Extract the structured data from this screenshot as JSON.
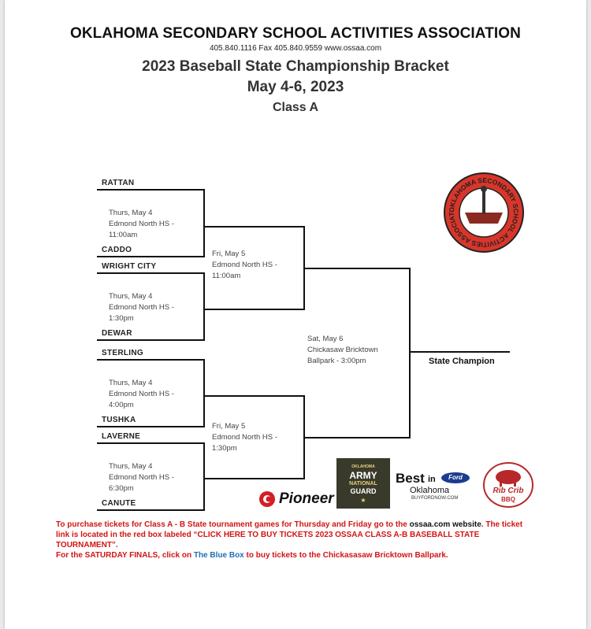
{
  "header": {
    "org": "OKLAHOMA SECONDARY SCHOOL ACTIVITIES ASSOCIATION",
    "contact": "405.840.1116   Fax 405.840.9559  www.ossaa.com",
    "title": "2023  Baseball State Championship Bracket",
    "dates": "May 4-6, 2023",
    "class": "Class A"
  },
  "round1": [
    {
      "top": "RATTAN",
      "bottom": "CADDO",
      "day": "Thurs, May 4",
      "site": "Edmond North HS -",
      "time": "11:00am"
    },
    {
      "top": "WRIGHT CITY",
      "bottom": "DEWAR",
      "day": "Thurs, May 4",
      "site": "Edmond North HS -",
      "time": "1:30pm"
    },
    {
      "top": "STERLING",
      "bottom": "TUSHKA",
      "day": "Thurs, May 4",
      "site": "Edmond North HS -",
      "time": "4:00pm"
    },
    {
      "top": "LAVERNE",
      "bottom": "CANUTE",
      "day": "Thurs, May 4",
      "site": "Edmond North HS -",
      "time": "6:30pm"
    }
  ],
  "round2": [
    {
      "day": "Fri, May 5",
      "site": "Edmond North HS -",
      "time": "11:00am"
    },
    {
      "day": "Fri, May 5",
      "site": "Edmond North HS -",
      "time": "1:30pm"
    }
  ],
  "final": {
    "day": "Sat, May 6",
    "site": "Chickasaw Bricktown",
    "time": "Ballpark - 3:00pm"
  },
  "champion_label": "State Champion",
  "seal": {
    "text": "OKLAHOMA SECONDARY SCHOOL ACTIVITIES ASSOCIATION"
  },
  "sponsors": {
    "pioneer": "Pioneer",
    "guard_state": "OKLAHOMA",
    "guard_line1": "ARMY",
    "guard_line2": "NATIONAL",
    "guard_line3": "GUARD",
    "best1": "Best",
    "best2": "in",
    "best3": "Oklahoma",
    "best_url": "BUYFORDNOW.COM",
    "ford": "Ford",
    "ribcrib1": "Rib Crib",
    "ribcrib2": "BBQ"
  },
  "notes": {
    "line1a": "To purchase tickets for Class A - B State tournament games for Thursday and Friday go to the ",
    "line1b": "ossaa.com",
    "line2a": "website",
    "line2b": ". The ticket link is located in the red box labeled “CLICK HERE TO BUY TICKETS 2023 OSSAA CLASS A-B BASEBALL STATE TOURNAMENT”.",
    "line3a": "For the SATURDAY FINALS, click on ",
    "line3b": "The Blue Box",
    "line3c": " to buy tickets to the Chickasasaw Bricktown Ballpark."
  },
  "colors": {
    "ink": "#111111",
    "red": "#d21414",
    "blue": "#1f6fb8",
    "seal_red": "#d9362b",
    "guard_bg": "#3a3a2c"
  }
}
